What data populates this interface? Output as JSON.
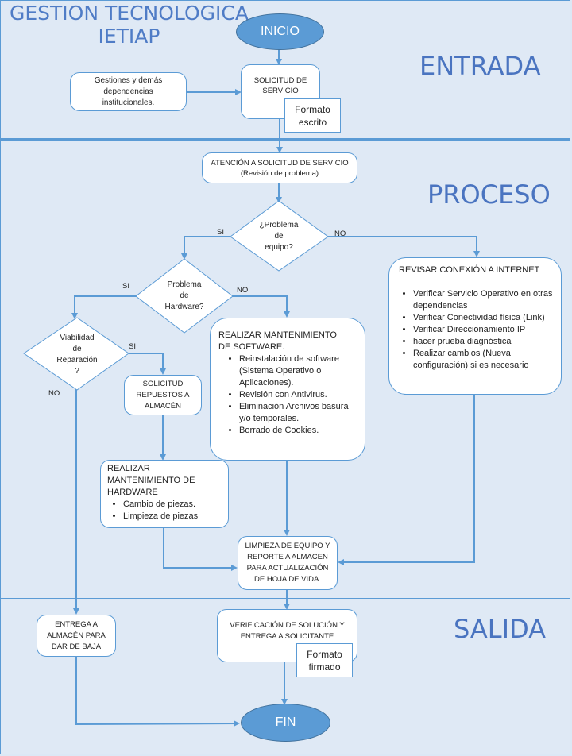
{
  "title": {
    "line1": "GESTION TECNOLOGICA",
    "line2": "IETIAP"
  },
  "lanes": {
    "entrada": "ENTRADA",
    "proceso": "PROCESO",
    "salida": "SALIDA"
  },
  "colors": {
    "accent": "#5b9bd5",
    "lane_bg": "#dfe9f5",
    "terminal": "#5b9bd5",
    "watermark": "#4a74c0"
  },
  "nodes": {
    "inicio": "INICIO",
    "gestiones": [
      "Gestiones y demás",
      "dependencias",
      "institucionales."
    ],
    "solicitud": [
      "SOLICITUD DE",
      "SERVICIO"
    ],
    "formato_escrito": [
      "Formato",
      "escrito"
    ],
    "atencion": [
      "ATENCIÓN  A SOLICITUD DE SERVICIO",
      "(Revisión de problema)"
    ],
    "problema_equipo": [
      "¿Problema",
      "de",
      "equipo?"
    ],
    "problema_hardware": [
      "Problema",
      "de",
      "Hardware?"
    ],
    "viabilidad": [
      "Viabilidad",
      "de",
      "Reparación",
      "?"
    ],
    "solicitud_repuestos": [
      "SOLICITUD",
      "REPUESTOS  A",
      "ALMACÉN"
    ],
    "mant_software": {
      "header": [
        "REALIZAR  MANTENIMIENTO",
        "DE SOFTWARE."
      ],
      "items": [
        "Reinstalación de software (Sistema Operativo o Aplicaciones).",
        "Revisión con Antivirus.",
        "Eliminación Archivos basura y/o temporales.",
        "Borrado de Cookies."
      ]
    },
    "revisar_internet": {
      "header": "REVISAR CONEXIÓN A INTERNET",
      "items": [
        "Verificar Servicio Operativo en otras dependencias",
        "Verificar Conectividad física (Link)",
        "Verificar Direccionamiento IP",
        "hacer prueba diagnóstica",
        "Realizar cambios (Nueva configuración) si es necesario"
      ]
    },
    "mant_hardware": {
      "header": [
        "REALIZAR",
        "MANTENIMIENTO  DE",
        "HARDWARE"
      ],
      "items": [
        "Cambio de piezas.",
        "Limpieza de piezas"
      ]
    },
    "limpieza": [
      "LIMPIEZA DE EQUIPO Y",
      "REPORTE  A ALMACEN",
      "PARA ACTUALIZACIÓN",
      "DE HOJA DE VIDA."
    ],
    "entrega_almacen": [
      "ENTREGA  A",
      "ALMACÉN  PARA",
      "DAR DE BAJA"
    ],
    "verificacion": [
      "VERIFICACIÓN  DE SOLUCIÓN  Y",
      "ENTREGA  A SOLICITANTE"
    ],
    "formato_firmado": [
      "Formato",
      "firmado"
    ],
    "fin": "FIN"
  },
  "edge_labels": {
    "equipo_si": "SI",
    "equipo_no": "NO",
    "hardware_si": "SI",
    "hardware_no": "NO",
    "viabilidad_si": "SI",
    "viabilidad_no": "NO"
  }
}
